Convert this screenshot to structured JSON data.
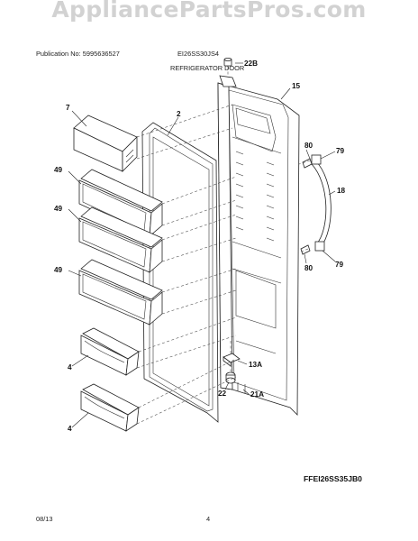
{
  "watermark": "AppliancePartsPros.com",
  "header": {
    "publication": "Publication No: 5995636527",
    "model": "EI26SS30JS4",
    "section_title": "REFRIGERATOR DOOR"
  },
  "callouts": [
    "22B",
    "15",
    "7",
    "2",
    "80",
    "79",
    "18",
    "49",
    "49",
    "49",
    "80",
    "79",
    "4",
    "13A",
    "22",
    "21A",
    "4"
  ],
  "figure_code": "FFEI26SS35JB0",
  "footer": {
    "date": "08/13",
    "page": "4"
  }
}
